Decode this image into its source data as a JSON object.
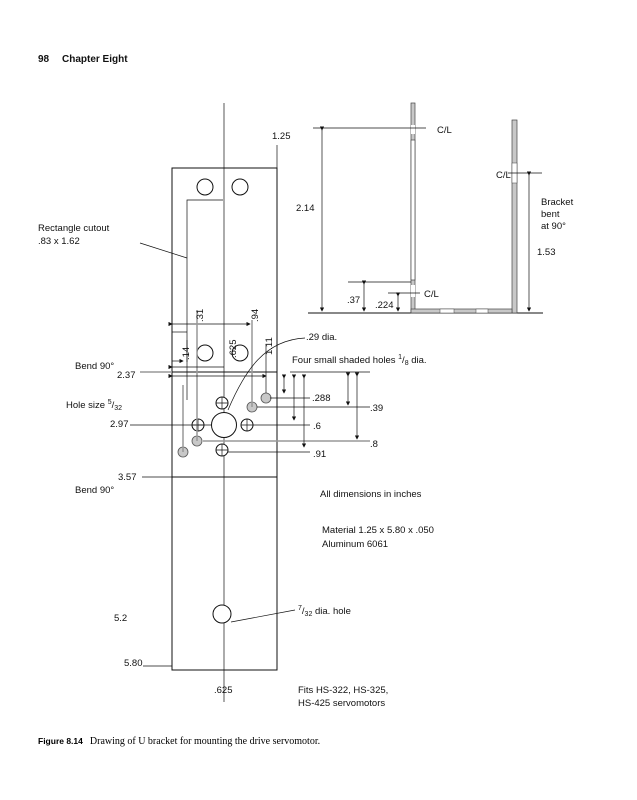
{
  "header": {
    "page_number": "98",
    "chapter": "Chapter Eight"
  },
  "caption": {
    "label": "Figure 8.14",
    "text": "Drawing of U bracket for mounting the drive servomotor."
  },
  "front_view": {
    "width_top": "1.25",
    "cutout_label": "Rectangle cutout",
    "cutout_size": ".83 x 1.62",
    "bend_label_1": "Bend 90°",
    "bend_label_2": "Bend 90°",
    "dim_237": "2.37",
    "hole_size_label": "Hole size ",
    "hole_size_num": "5",
    "hole_size_den": "32",
    "dim_297": "2.97",
    "dim_357": "3.57",
    "dim_52": "5.2",
    "dim_580": "5.80",
    "dim_625_bottom": ".625",
    "dim_31": ".31",
    "dim_94": ".94",
    "dim_14": ".14",
    "dim_625": ".625",
    "dim_111": "1.11",
    "big_hole": ".29 dia.",
    "shaded_holes_label": "Four small shaded holes ",
    "shaded_num": "1",
    "shaded_den": "8",
    "shaded_suffix": " dia.",
    "dim_288": ".288",
    "dim_39": ".39",
    "dim_6": ".6",
    "dim_8": ".8",
    "dim_91": ".91",
    "bottom_hole_num": "7",
    "bottom_hole_den": "32",
    "bottom_hole_suffix": " dia. hole"
  },
  "side_view": {
    "cl_top": "C/L",
    "cl_right": "C/L",
    "cl_bottom": "C/L",
    "dim_214": "2.14",
    "dim_37": ".37",
    "dim_224": ".224",
    "dim_153": "1.53",
    "bent_1": "Bracket",
    "bent_2": "bent",
    "bent_3": "at 90°"
  },
  "notes": {
    "units": "All dimensions in inches",
    "material_1": "Material 1.25 x 5.80 x .050",
    "material_2": "Aluminum 6061",
    "fits_1": "Fits HS-322, HS-325,",
    "fits_2": "HS-425 servomotors"
  }
}
